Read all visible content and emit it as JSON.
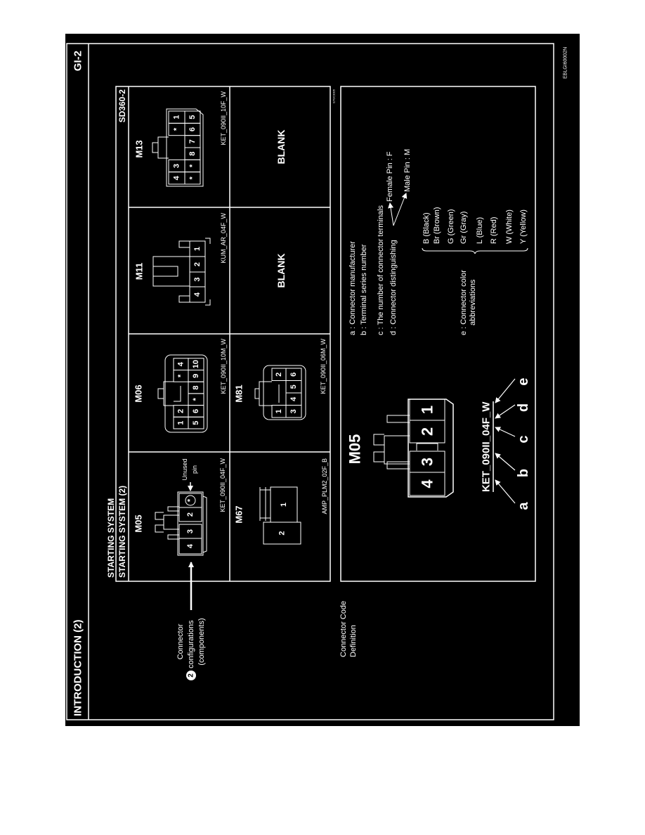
{
  "header": {
    "title": "INTRODUCTION (2)",
    "page": "GI-2",
    "doc_code": "EBLGI60002N"
  },
  "callout": {
    "line1": "Connector",
    "number": "2",
    "line2": "configurations",
    "line3": "(components)"
  },
  "table": {
    "system": "STARTING SYSTEM",
    "subtitle": "STARTING SYSTEM (2)",
    "ref": "SD360-2",
    "figure_code": "E7GC3005",
    "unused_pin": {
      "line1": "Unused",
      "line2": "pin"
    },
    "cells": [
      {
        "name": "M05",
        "code": "KET_090II_04F_W",
        "pins": [
          "4",
          "3",
          "2",
          "*"
        ]
      },
      {
        "name": "M06",
        "code": "KET_090II_10M_W",
        "pins": [
          "1",
          "2",
          "*",
          "4",
          "5",
          "6",
          "*",
          "8",
          "9",
          "10"
        ]
      },
      {
        "name": "M11",
        "code": "KUM_AR_04F_W",
        "pins": [
          "4",
          "3",
          "2",
          "1"
        ]
      },
      {
        "name": "M13",
        "code": "KET_090II_10F_W",
        "pins": [
          "4",
          "3",
          "*",
          "1",
          "*",
          "*",
          "8",
          "7",
          "6",
          "5"
        ]
      },
      {
        "name": "M67",
        "code": "AMP_PLM2_02F_B",
        "pins": [
          "2",
          "1"
        ]
      },
      {
        "name": "M81",
        "code": "KET_090II_06M_W",
        "pins": [
          "1",
          "2",
          "3",
          "4",
          "5",
          "6"
        ]
      },
      {
        "name": "BLANK"
      },
      {
        "name": "BLANK"
      }
    ]
  },
  "definition": {
    "section_label": {
      "line1": "Connector Code",
      "line2": "Definition"
    },
    "example": {
      "name": "M05",
      "pins": [
        "4",
        "3",
        "2",
        "1"
      ],
      "code": "KET_090II_04F_W"
    },
    "letters": [
      "a",
      "b",
      "c",
      "d",
      "e"
    ],
    "items": [
      "a : Connector manufacturer",
      "b : Terminal series number",
      "c : The number of connector terminals",
      "d : Connector distinguishing"
    ],
    "pin_types": [
      "Female Pin : F",
      "Male Pin : M"
    ],
    "color_item": {
      "line1": "e : Connector color",
      "line2": "abbreviations"
    },
    "colors": [
      "B (Black)",
      "Br (Brown)",
      "G (Green)",
      "Gr (Gray)",
      "L (Blue)",
      "R (Red)",
      "W (White)",
      "Y (Yellow)"
    ]
  },
  "colors": {
    "background": "#000000",
    "foreground": "#ffffff",
    "page": "#ffffff"
  }
}
